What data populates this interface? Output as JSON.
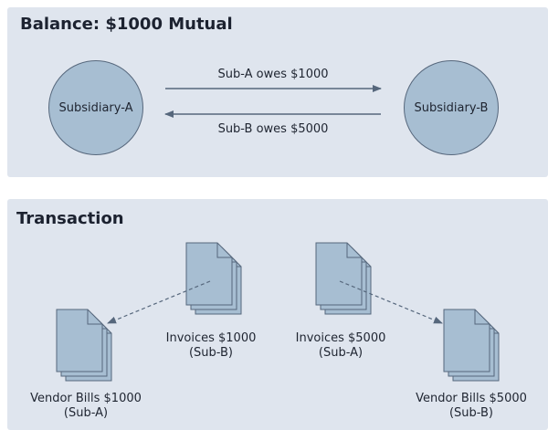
{
  "balance": {
    "title": "Balance: $1000 Mutual",
    "node_a": "Subsidiary-A",
    "node_b": "Subsidiary-B",
    "arrow_a_to_b": "Sub-A owes $1000",
    "arrow_b_to_a": "Sub-B owes $5000"
  },
  "transaction": {
    "title": "Transaction",
    "invoices_b": {
      "line1": "Invoices $1000",
      "line2": "(Sub-B)"
    },
    "invoices_a": {
      "line1": "Invoices $5000",
      "line2": "(Sub-A)"
    },
    "vendor_bills_a": {
      "line1": "Vendor Bills $1000",
      "line2": "(Sub-A)"
    },
    "vendor_bills_b": {
      "line1": "Vendor Bills $5000",
      "line2": "(Sub-B)"
    }
  },
  "colors": {
    "panel": "#dfe5ee",
    "node_fill": "#a7bed2",
    "stroke": "#56677c"
  },
  "icons": [
    "document-stack-icon"
  ]
}
